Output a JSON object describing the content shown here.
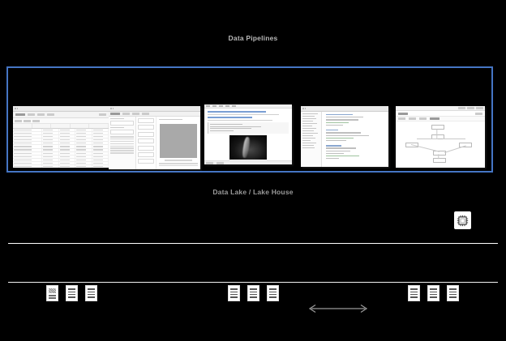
{
  "slide": {
    "background_color": "#000000",
    "accent_color": "#4575c4",
    "text_color": "#b8b8b8"
  },
  "sections": {
    "pipelines_title": "Data Pipelines",
    "lake_title": "Data Lake / Lake House"
  },
  "pipeline_screenshots": [
    {
      "name": "data-grid-screenshot",
      "kind": "table",
      "description": "Tabular data grid with toolbar and many rows"
    },
    {
      "name": "form-editor-screenshot",
      "kind": "form",
      "description": "Metadata form with left navigation and image preview"
    },
    {
      "name": "notebook-screenshot",
      "kind": "notebook",
      "description": "Notebook document with code cell and dark medical image output"
    },
    {
      "name": "code-editor-screenshot",
      "kind": "ide",
      "description": "Code editor with file tree and source code"
    },
    {
      "name": "workflow-dag-screenshot",
      "kind": "dag",
      "description": "Pipeline workflow graph with task nodes"
    }
  ],
  "chip": {
    "icon": "cpu-chip-icon"
  },
  "document_groups": [
    {
      "name": "doc-group-left",
      "icons": [
        "document-with-image-icon",
        "document-icon",
        "document-icon"
      ]
    },
    {
      "name": "doc-group-center",
      "icons": [
        "document-icon",
        "document-icon",
        "document-icon"
      ]
    },
    {
      "name": "doc-group-right",
      "icons": [
        "document-icon",
        "document-icon",
        "document-icon"
      ]
    }
  ],
  "arrow": {
    "name": "bidirectional-arrow-icon",
    "direction": "horizontal-double",
    "color": "#9a9a9a"
  }
}
